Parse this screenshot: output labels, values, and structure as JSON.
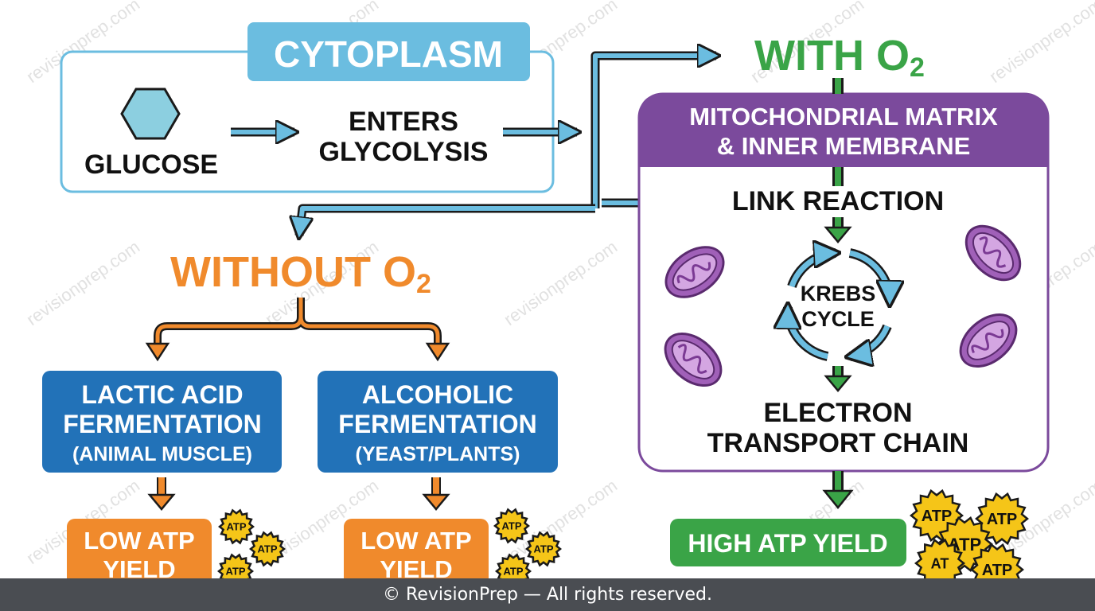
{
  "cytoplasm": {
    "title": "CYTOPLASM",
    "glucose": "GLUCOSE",
    "glycolysis_line1": "ENTERS",
    "glycolysis_line2": "GLYCOLYSIS"
  },
  "with_o2": {
    "label": "WITH O",
    "subscript": "2"
  },
  "without_o2": {
    "label": "WITHOUT O",
    "subscript": "2"
  },
  "mitochondria": {
    "header_line1": "MITOCHONDRIAL MATRIX",
    "header_line2": "& INNER MEMBRANE",
    "link_reaction": "LINK REACTION",
    "krebs_line1": "KREBS",
    "krebs_line2": "CYCLE",
    "etc_line1": "ELECTRON",
    "etc_line2": "TRANSPORT CHAIN",
    "high_yield": "HIGH ATP YIELD"
  },
  "lactic": {
    "line1": "LACTIC ACID",
    "line2": "FERMENTATION",
    "line3": "(ANIMAL MUSCLE)",
    "yield_line1": "LOW ATP",
    "yield_line2": "YIELD"
  },
  "alcoholic": {
    "line1": "ALCOHOLIC",
    "line2": "FERMENTATION",
    "line3": "(YEAST/PLANTS)",
    "yield_line1": "LOW ATP",
    "yield_line2": "YIELD"
  },
  "atp_badge": "ATP",
  "atp_badge_partial": "AT",
  "watermark": "revisionprep.com",
  "footer": "© RevisionPrep — All rights reserved.",
  "colors": {
    "blue_light": "#6bbde0",
    "blue_dark": "#2272b8",
    "orange": "#f08a2c",
    "green": "#3aa447",
    "purple": "#7b4a9c",
    "mito": "#a060b8",
    "atp": "#f5c518"
  }
}
